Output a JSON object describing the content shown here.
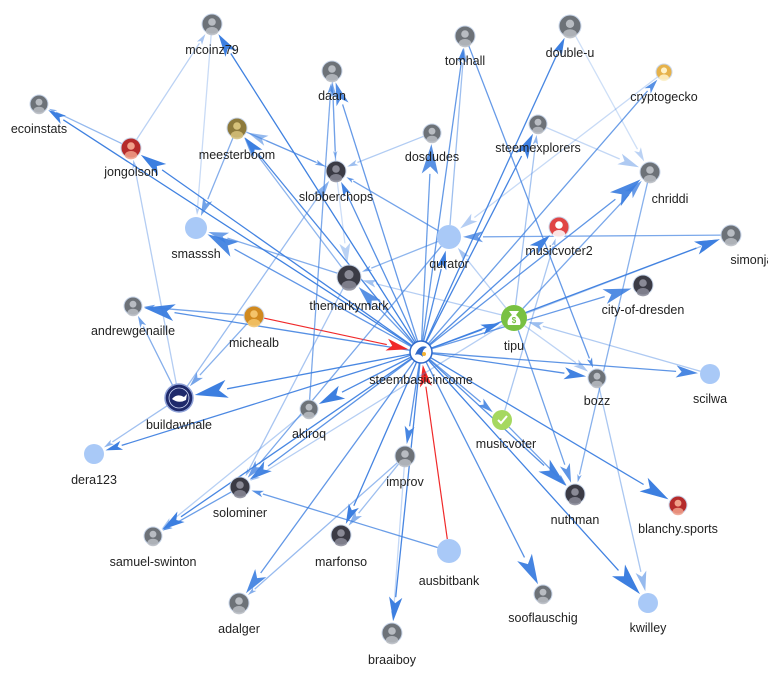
{
  "colors": {
    "edge_blue": "#3d7fe0",
    "edge_red": "#f0292a",
    "node_blank": "#a9c9f7",
    "tipu_green": "#79c142",
    "musicvoter_green": "#a5d860",
    "label": "#222222"
  },
  "center_node": "steembasicincome",
  "nodes": [
    {
      "id": "mcoinz79",
      "label": "mcoinz79",
      "avatar": "gray-avatar-icon"
    },
    {
      "id": "tomhall",
      "label": "tomhall",
      "avatar": "gray-avatar-icon"
    },
    {
      "id": "double-u",
      "label": "double-u",
      "avatar": "gray-avatar-icon"
    },
    {
      "id": "cryptogecko",
      "label": "cryptogecko",
      "avatar": "gecko-avatar-icon"
    },
    {
      "id": "daan",
      "label": "daan",
      "avatar": "gray-avatar-icon"
    },
    {
      "id": "ecoinstats",
      "label": "ecoinstats",
      "avatar": "gray-avatar-icon"
    },
    {
      "id": "meesterboom",
      "label": "meesterboom",
      "avatar": "gold-avatar-icon"
    },
    {
      "id": "jongolson",
      "label": "jongolson",
      "avatar": "red-avatar-icon"
    },
    {
      "id": "dosdudes",
      "label": "dosdudes",
      "avatar": "gray-avatar-icon"
    },
    {
      "id": "steemexplorers",
      "label": "steemexplorers",
      "avatar": "gray-avatar-icon"
    },
    {
      "id": "slobberchops",
      "label": "slobberchops",
      "avatar": "dark-avatar-icon"
    },
    {
      "id": "chriddi",
      "label": "chriddi",
      "avatar": "gray-avatar-icon"
    },
    {
      "id": "smasssh",
      "label": "smasssh",
      "avatar": "blank-node"
    },
    {
      "id": "qurator",
      "label": "qurator",
      "avatar": "blank-node"
    },
    {
      "id": "musicvoter2",
      "label": "musicvoter2",
      "avatar": "music-avatar-icon"
    },
    {
      "id": "simonjay",
      "label": "simonjay",
      "avatar": "gray-avatar-icon"
    },
    {
      "id": "themarkymark",
      "label": "themarkymark",
      "avatar": "dark-avatar-icon"
    },
    {
      "id": "city-of-dresden",
      "label": "city-of-dresden",
      "avatar": "dark-avatar-icon"
    },
    {
      "id": "andrewgenaille",
      "label": "andrewgenaille",
      "avatar": "gray-avatar-icon"
    },
    {
      "id": "michealb",
      "label": "michealb",
      "avatar": "orange-avatar-icon"
    },
    {
      "id": "tipu",
      "label": "tipu",
      "avatar": "money-bag-icon"
    },
    {
      "id": "steembasicincome",
      "label": "steembasicincome",
      "avatar": "sbi-logo-icon"
    },
    {
      "id": "scilwa",
      "label": "scilwa",
      "avatar": "blank-node"
    },
    {
      "id": "bozz",
      "label": "bozz",
      "avatar": "gray-avatar-icon"
    },
    {
      "id": "buildawhale",
      "label": "buildawhale",
      "avatar": "whale-logo-icon"
    },
    {
      "id": "akiroq",
      "label": "akiroq",
      "avatar": "gray-avatar-icon"
    },
    {
      "id": "musicvoter",
      "label": "musicvoter",
      "avatar": "check-avatar-icon"
    },
    {
      "id": "dera123",
      "label": "dera123",
      "avatar": "blank-node"
    },
    {
      "id": "improv",
      "label": "improv",
      "avatar": "gray-avatar-icon"
    },
    {
      "id": "solominer",
      "label": "solominer",
      "avatar": "dark-avatar-icon"
    },
    {
      "id": "nuthman",
      "label": "nuthman",
      "avatar": "dark-avatar-icon"
    },
    {
      "id": "blanchy.sports",
      "label": "blanchy.sports",
      "avatar": "red-avatar-icon"
    },
    {
      "id": "samuel-swinton",
      "label": "samuel-swinton",
      "avatar": "gray-avatar-icon"
    },
    {
      "id": "marfonso",
      "label": "marfonso",
      "avatar": "dark-avatar-icon"
    },
    {
      "id": "ausbitbank",
      "label": "ausbitbank",
      "avatar": "blank-node"
    },
    {
      "id": "sooflauschig",
      "label": "sooflauschig",
      "avatar": "gray-avatar-icon"
    },
    {
      "id": "kwilley",
      "label": "kwilley",
      "avatar": "blank-node"
    },
    {
      "id": "adalger",
      "label": "adalger",
      "avatar": "gray-avatar-icon"
    },
    {
      "id": "braaiboy",
      "label": "braaiboy",
      "avatar": "gray-avatar-icon"
    }
  ],
  "edges": [
    {
      "from": "steembasicincome",
      "to": "mcoinz79"
    },
    {
      "from": "steembasicincome",
      "to": "tomhall"
    },
    {
      "from": "steembasicincome",
      "to": "double-u"
    },
    {
      "from": "steembasicincome",
      "to": "cryptogecko"
    },
    {
      "from": "steembasicincome",
      "to": "daan"
    },
    {
      "from": "steembasicincome",
      "to": "ecoinstats"
    },
    {
      "from": "steembasicincome",
      "to": "meesterboom"
    },
    {
      "from": "steembasicincome",
      "to": "jongolson"
    },
    {
      "from": "steembasicincome",
      "to": "dosdudes"
    },
    {
      "from": "steembasicincome",
      "to": "steemexplorers"
    },
    {
      "from": "steembasicincome",
      "to": "slobberchops"
    },
    {
      "from": "steembasicincome",
      "to": "chriddi"
    },
    {
      "from": "steembasicincome",
      "to": "smasssh"
    },
    {
      "from": "steembasicincome",
      "to": "qurator"
    },
    {
      "from": "steembasicincome",
      "to": "musicvoter2"
    },
    {
      "from": "steembasicincome",
      "to": "simonjay"
    },
    {
      "from": "steembasicincome",
      "to": "themarkymark"
    },
    {
      "from": "steembasicincome",
      "to": "city-of-dresden"
    },
    {
      "from": "steembasicincome",
      "to": "andrewgenaille"
    },
    {
      "from": "steembasicincome",
      "to": "tipu"
    },
    {
      "from": "steembasicincome",
      "to": "scilwa"
    },
    {
      "from": "steembasicincome",
      "to": "bozz"
    },
    {
      "from": "steembasicincome",
      "to": "buildawhale"
    },
    {
      "from": "steembasicincome",
      "to": "akiroq"
    },
    {
      "from": "steembasicincome",
      "to": "musicvoter"
    },
    {
      "from": "steembasicincome",
      "to": "dera123"
    },
    {
      "from": "steembasicincome",
      "to": "improv"
    },
    {
      "from": "steembasicincome",
      "to": "solominer"
    },
    {
      "from": "steembasicincome",
      "to": "nuthman"
    },
    {
      "from": "steembasicincome",
      "to": "blanchy.sports"
    },
    {
      "from": "steembasicincome",
      "to": "samuel-swinton"
    },
    {
      "from": "steembasicincome",
      "to": "marfonso"
    },
    {
      "from": "steembasicincome",
      "to": "sooflauschig"
    },
    {
      "from": "steembasicincome",
      "to": "kwilley"
    },
    {
      "from": "steembasicincome",
      "to": "adalger"
    },
    {
      "from": "steembasicincome",
      "to": "braaiboy"
    },
    {
      "from": "michealb",
      "to": "steembasicincome",
      "color": "red"
    },
    {
      "from": "ausbitbank",
      "to": "steembasicincome",
      "color": "red"
    },
    {
      "from": "qurator",
      "to": "themarkymark"
    },
    {
      "from": "qurator",
      "to": "solominer"
    },
    {
      "from": "qurator",
      "to": "tomhall"
    },
    {
      "from": "qurator",
      "to": "slobberchops"
    },
    {
      "from": "tipu",
      "to": "qurator"
    },
    {
      "from": "tipu",
      "to": "steemexplorers"
    },
    {
      "from": "tipu",
      "to": "simonjay"
    },
    {
      "from": "tipu",
      "to": "bozz"
    },
    {
      "from": "tipu",
      "to": "solominer"
    },
    {
      "from": "tipu",
      "to": "chriddi"
    },
    {
      "from": "tipu",
      "to": "themarkymark"
    },
    {
      "from": "tipu",
      "to": "nuthman"
    },
    {
      "from": "double-u",
      "to": "chriddi"
    },
    {
      "from": "daan",
      "to": "slobberchops"
    },
    {
      "from": "meesterboom",
      "to": "slobberchops"
    },
    {
      "from": "meesterboom",
      "to": "smasssh"
    },
    {
      "from": "slobberchops",
      "to": "daan"
    },
    {
      "from": "slobberchops",
      "to": "meesterboom"
    },
    {
      "from": "slobberchops",
      "to": "themarkymark"
    },
    {
      "from": "themarkymark",
      "to": "meesterboom"
    },
    {
      "from": "themarkymark",
      "to": "solominer"
    },
    {
      "from": "themarkymark",
      "to": "smasssh"
    },
    {
      "from": "jongolson",
      "to": "ecoinstats"
    },
    {
      "from": "jongolson",
      "to": "mcoinz79"
    },
    {
      "from": "buildawhale",
      "to": "jongolson"
    },
    {
      "from": "buildawhale",
      "to": "dera123"
    },
    {
      "from": "buildawhale",
      "to": "andrewgenaille"
    },
    {
      "from": "buildawhale",
      "to": "slobberchops"
    },
    {
      "from": "michealb",
      "to": "buildawhale"
    },
    {
      "from": "michealb",
      "to": "andrewgenaille"
    },
    {
      "from": "musicvoter",
      "to": "nuthman"
    },
    {
      "from": "musicvoter",
      "to": "musicvoter2"
    },
    {
      "from": "bozz",
      "to": "kwilley"
    },
    {
      "from": "akiroq",
      "to": "samuel-swinton"
    },
    {
      "from": "akiroq",
      "to": "daan"
    },
    {
      "from": "solominer",
      "to": "samuel-swinton"
    },
    {
      "from": "improv",
      "to": "marfonso"
    },
    {
      "from": "improv",
      "to": "braaiboy"
    },
    {
      "from": "improv",
      "to": "adalger"
    },
    {
      "from": "dosdudes",
      "to": "slobberchops"
    },
    {
      "from": "chriddi",
      "to": "nuthman"
    },
    {
      "from": "steemexplorers",
      "to": "chriddi"
    },
    {
      "from": "cryptogecko",
      "to": "qurator"
    },
    {
      "from": "simonjay",
      "to": "qurator"
    },
    {
      "from": "ausbitbank",
      "to": "solominer"
    },
    {
      "from": "scilwa",
      "to": "tipu"
    },
    {
      "from": "tomhall",
      "to": "bozz"
    },
    {
      "from": "mcoinz79",
      "to": "smasssh"
    }
  ]
}
